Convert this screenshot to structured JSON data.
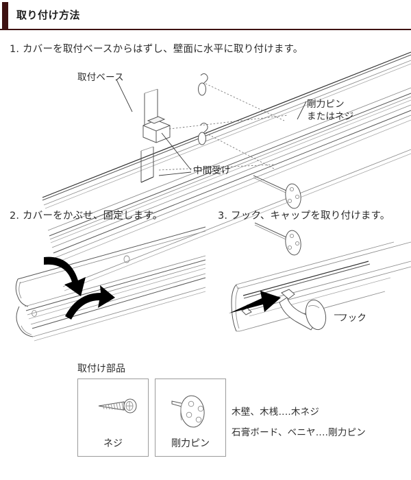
{
  "header": {
    "title": "取り付け方法",
    "accent_color": "#3d1111",
    "rule_color": "#3d1111"
  },
  "steps": [
    {
      "number": "1.",
      "heading": "1. カバーを取付ベースからはずし、壁面に水平に取り付けます。"
    },
    {
      "number": "2.",
      "heading": "2. カバーをかぶせ、固定します。"
    },
    {
      "number": "3.",
      "heading": "3. フック、キャップを取り付けます。"
    }
  ],
  "figure_labels": {
    "mounting_base": "取付ベース",
    "strong_pin_or_screw_line1": "剛力ピン",
    "strong_pin_or_screw_line2": "またはネジ",
    "intermediate_bracket": "中間受け",
    "hook": "フック"
  },
  "parts_section": {
    "heading": "取付け部品",
    "items": [
      {
        "caption": "ネジ",
        "icon": "screw-icon"
      },
      {
        "caption": "剛力ピン",
        "icon": "strong-pin-icon"
      }
    ]
  },
  "material_notes": [
    "木壁、木桟‥‥木ネジ",
    "石膏ボード、ベニヤ‥‥剛力ピン"
  ]
}
